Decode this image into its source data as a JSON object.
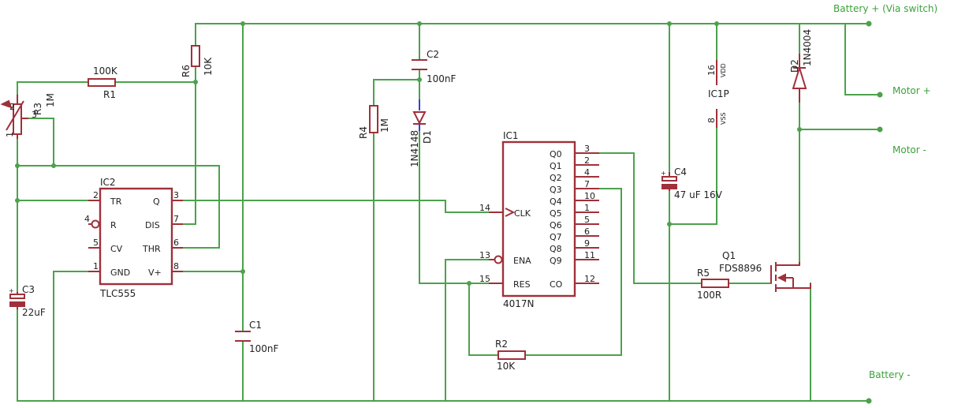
{
  "nets": {
    "battery_plus": "Battery + (Via switch)",
    "motor_plus": "Motor +",
    "motor_minus": "Motor -",
    "battery_minus": "Battery -"
  },
  "parts": {
    "r1": {
      "name": "R1",
      "value": "100K"
    },
    "r2": {
      "name": "R2",
      "value": "10K"
    },
    "r3": {
      "name": "R3",
      "value": "1M",
      "pin1": "1",
      "pin2": "2",
      "pin3": "3"
    },
    "r4": {
      "name": "R4",
      "value": "1M"
    },
    "r5": {
      "name": "R5",
      "value": "100R"
    },
    "r6": {
      "name": "R6",
      "value": "10K"
    },
    "c1": {
      "name": "C1",
      "value": "100nF"
    },
    "c2": {
      "name": "C2",
      "value": "100nF"
    },
    "c3": {
      "name": "C3",
      "value": "22uF",
      "polarity": "+"
    },
    "c4": {
      "name": "C4",
      "value": "47 uF 16V",
      "polarity": "+"
    },
    "d1": {
      "name": "D1",
      "value": "1N4148"
    },
    "d2": {
      "name": "D2",
      "value": "1N4004"
    },
    "q1": {
      "name": "Q1",
      "value": "FDS8896"
    },
    "ic1p": {
      "name": "IC1P",
      "vdd_pin": "16",
      "vdd": "VDD",
      "vss_pin": "8",
      "vss": "VSS"
    },
    "ic2": {
      "name": "IC2",
      "value": "TLC555",
      "pins": [
        {
          "num": "2",
          "label": "TR"
        },
        {
          "num": "4",
          "label": "R"
        },
        {
          "num": "5",
          "label": "CV"
        },
        {
          "num": "1",
          "label": "GND"
        },
        {
          "num": "3",
          "label": "Q"
        },
        {
          "num": "7",
          "label": "DIS"
        },
        {
          "num": "6",
          "label": "THR"
        },
        {
          "num": "8",
          "label": "V+"
        }
      ]
    },
    "ic1": {
      "name": "IC1",
      "value": "4017N",
      "left_pins": [
        {
          "num": "14",
          "label": "CLK"
        },
        {
          "num": "13",
          "label": "ENA"
        },
        {
          "num": "15",
          "label": "RES"
        }
      ],
      "right_pins": [
        {
          "num": "3",
          "label": "Q0"
        },
        {
          "num": "2",
          "label": "Q1"
        },
        {
          "num": "4",
          "label": "Q2"
        },
        {
          "num": "7",
          "label": "Q3"
        },
        {
          "num": "10",
          "label": "Q4"
        },
        {
          "num": "1",
          "label": "Q5"
        },
        {
          "num": "5",
          "label": "Q6"
        },
        {
          "num": "6",
          "label": "Q7"
        },
        {
          "num": "9",
          "label": "Q8"
        },
        {
          "num": "11",
          "label": "Q9"
        },
        {
          "num": "12",
          "label": "CO"
        }
      ]
    }
  }
}
